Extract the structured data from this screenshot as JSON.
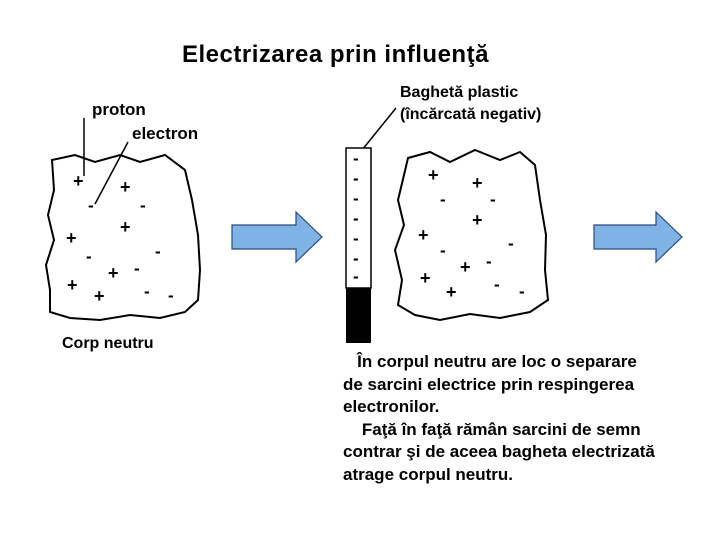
{
  "title": "Electrizarea prin influenţă",
  "labels": {
    "proton": "proton",
    "electron": "electron",
    "rod_line1": "Baghetă plastic",
    "rod_line2": "(încărcată negativ)",
    "neutral_body": "Corp neutru"
  },
  "rod_charges": [
    "-",
    "-",
    "-",
    "-",
    "-",
    "-",
    "-"
  ],
  "body1_charges": [
    "+",
    "+",
    "-",
    "-",
    "+",
    "+",
    "-",
    "-",
    "+",
    "-",
    "+",
    "-",
    "+",
    "-"
  ],
  "body2_charges": [
    "+",
    "+",
    "-",
    "-",
    "+",
    "+",
    "-",
    "-",
    "+",
    "-",
    "+",
    "-",
    "+",
    "-"
  ],
  "description": [
    "   În corpul neutru are loc o separare",
    "de sarcini electrice prin respingerea",
    "electronilor.",
    "    Faţă în faţă rămân sarcini de semn",
    "contrar şi de aceea bagheta electrizată",
    "atrage corpul neutru."
  ],
  "colors": {
    "arrow_fill": "#7fb2e5",
    "arrow_stroke": "#2a4a7a",
    "rod_handle": "#000000",
    "outline": "#000000"
  }
}
